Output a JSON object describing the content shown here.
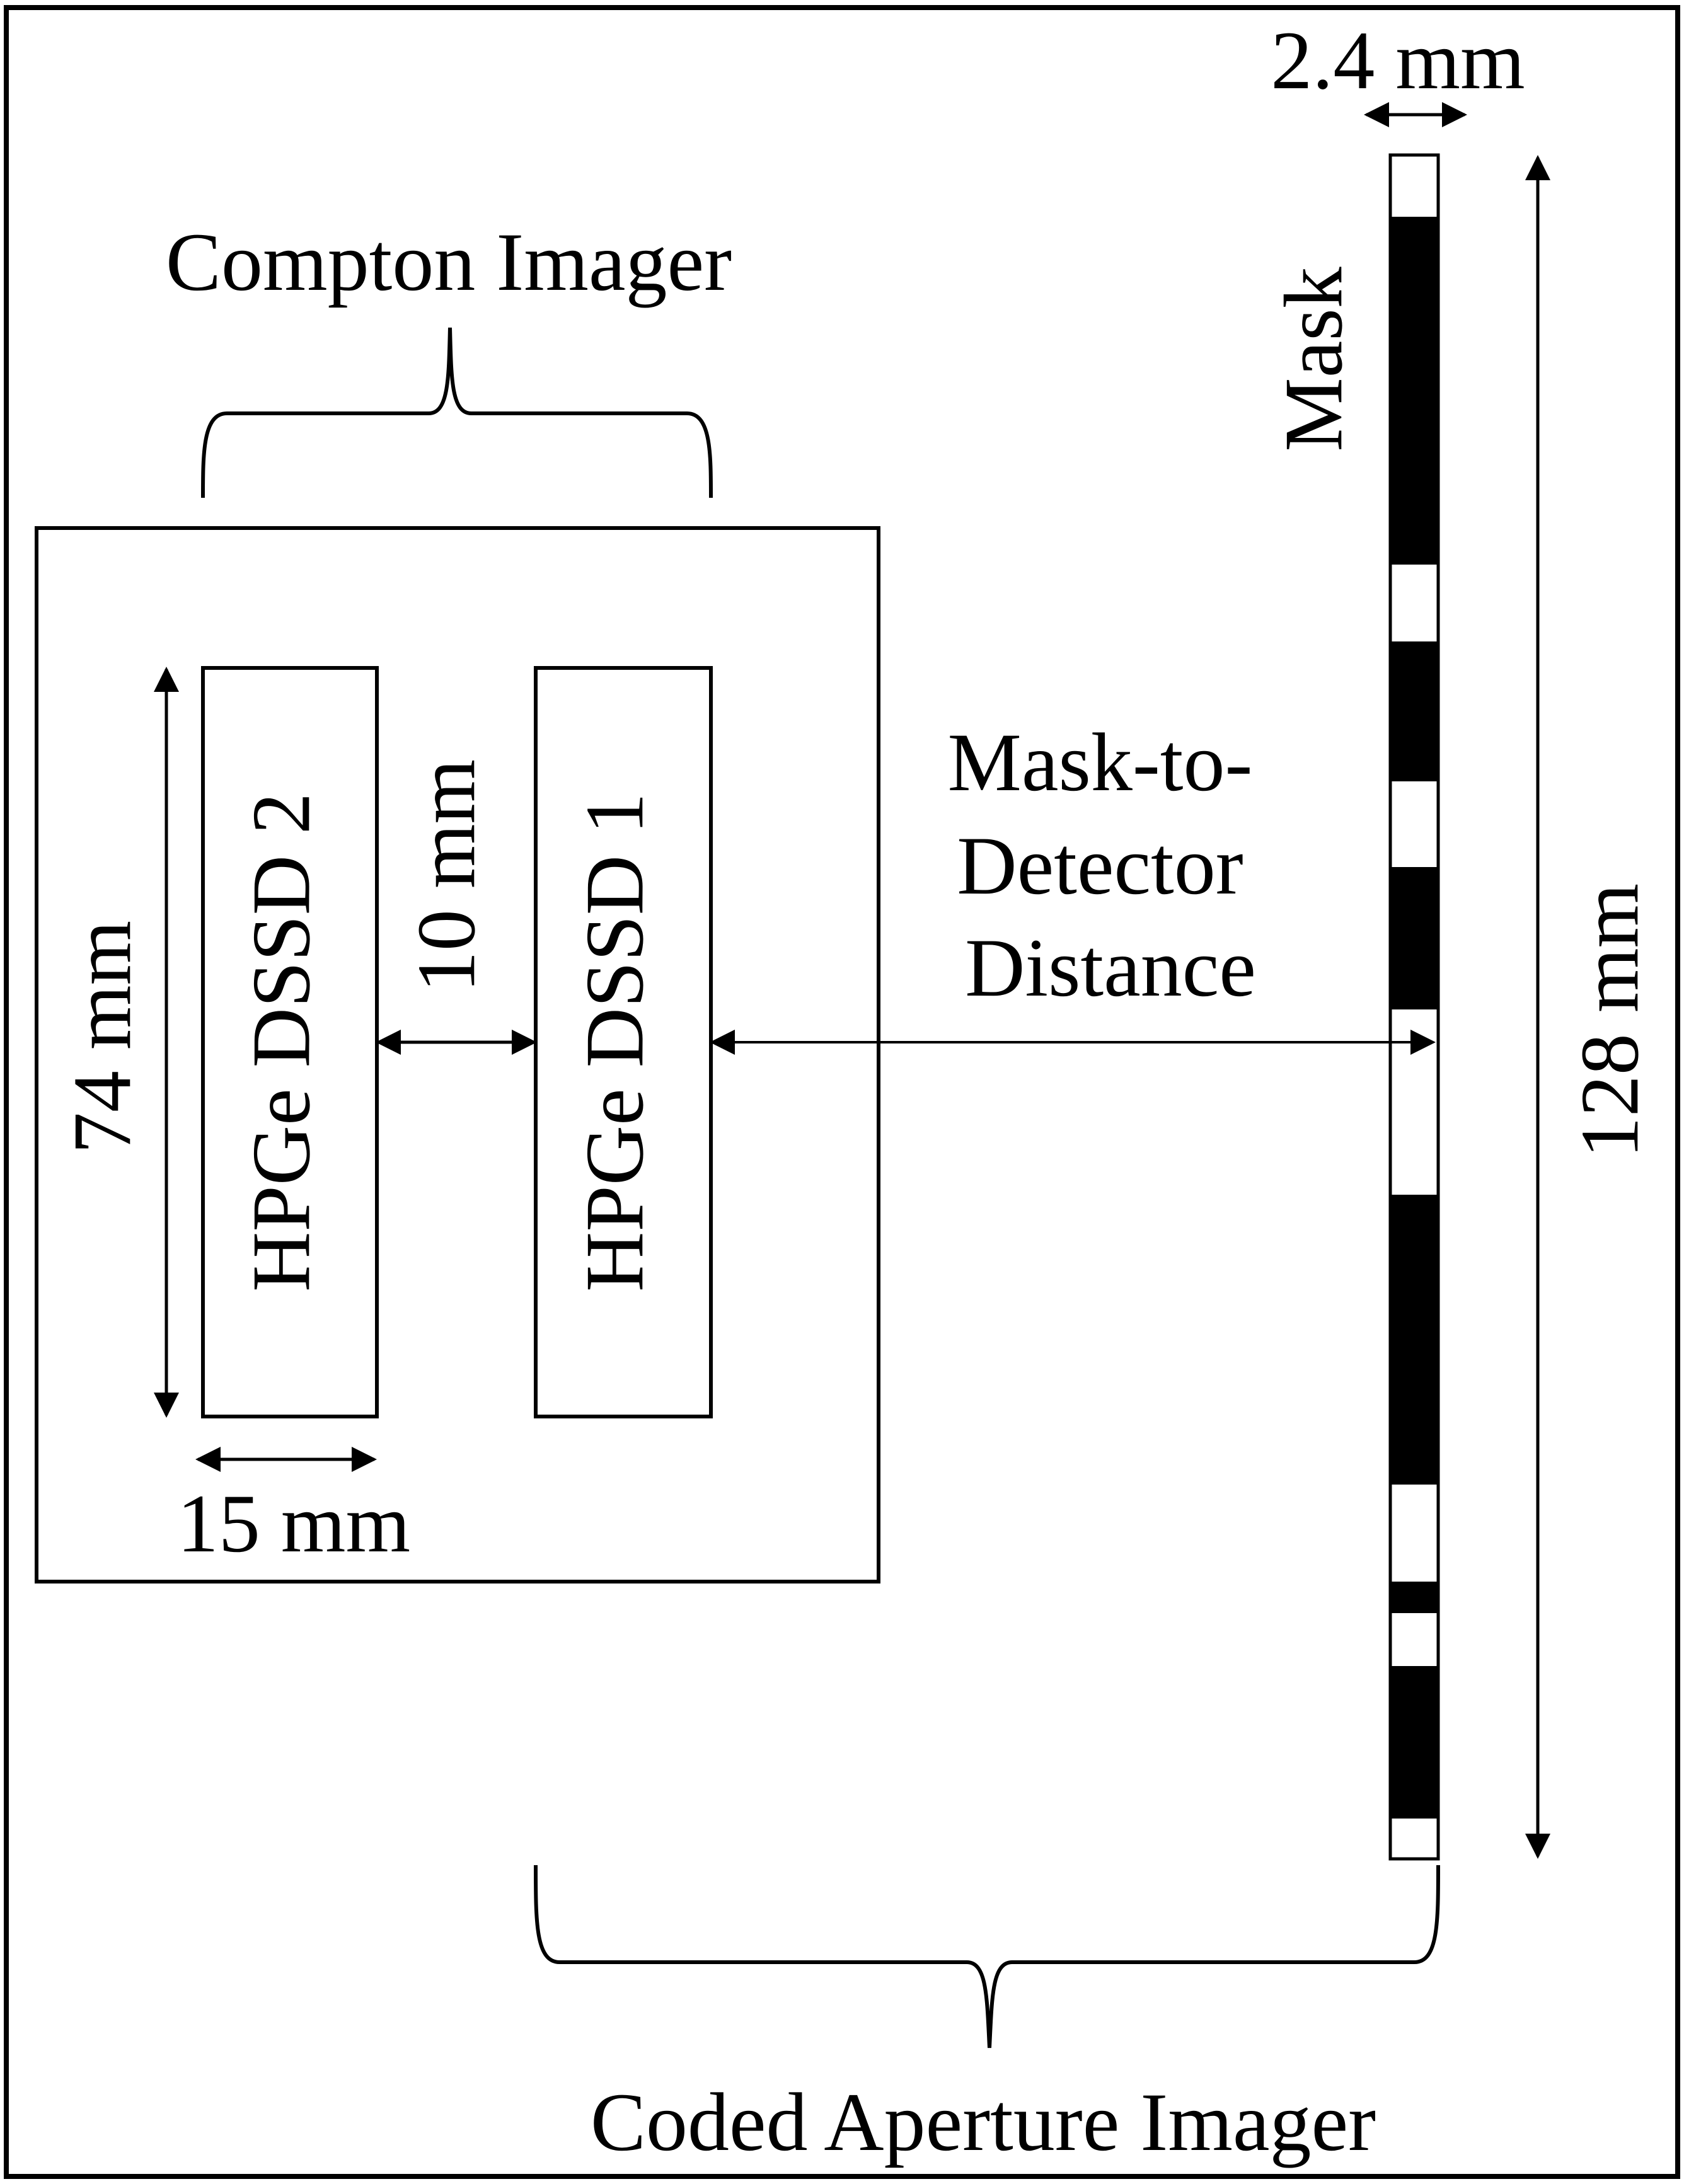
{
  "labels": {
    "compton_imager": "Compton Imager",
    "coded_aperture_imager": "Coded Aperture Imager",
    "mask": "Mask",
    "mask_thickness": "2.4 mm",
    "mask_height": "128 mm",
    "detector_height": "74 mm",
    "detector_thickness": "15 mm",
    "detector_spacing": "10 mm",
    "detector_2": "HPGe DSSD 2",
    "detector_1": "HPGe DSSD 1",
    "distance_line1": "Mask-to-",
    "distance_line2": "Detector",
    "distance_line3": "Distance"
  },
  "colors": {
    "ink": "#000000",
    "background": "#ffffff"
  }
}
